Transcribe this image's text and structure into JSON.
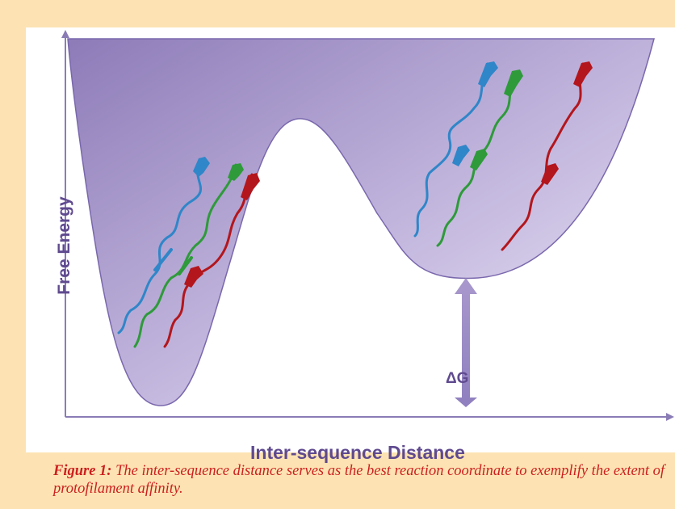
{
  "figure": {
    "y_axis_label": "Free Energy",
    "x_axis_label": "Inter-sequence Distance",
    "delta_label": "ΔG",
    "caption_label": "Figure 1:",
    "caption_text": " The inter-sequence distance serves as the best reaction coordinate to exemplify the extent of protofilament affinity."
  },
  "colors": {
    "page_background": "#fde3b3",
    "well_fill_dark": "#8d7bb8",
    "well_fill_light": "#e6e0f2",
    "axis": "#8a7cb5",
    "label": "#5f4a8f",
    "caption": "#cc1f1f",
    "strand_blue": "#2f86c8",
    "strand_green": "#2e9a3a",
    "strand_red": "#b3161c"
  },
  "icons": [
    "double-headed-arrow-icon",
    "protein-strand-icon"
  ]
}
